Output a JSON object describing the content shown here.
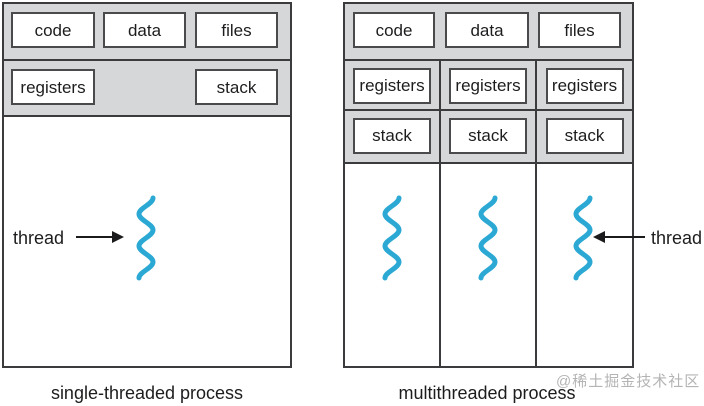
{
  "left_diagram": {
    "caption": "single-threaded process",
    "top_boxes": [
      "code",
      "data",
      "files"
    ],
    "registers_label": "registers",
    "stack_label": "stack",
    "thread_label": "thread"
  },
  "right_diagram": {
    "caption": "multithreaded process",
    "top_boxes": [
      "code",
      "data",
      "files"
    ],
    "columns": [
      {
        "registers": "registers",
        "stack": "stack"
      },
      {
        "registers": "registers",
        "stack": "stack"
      },
      {
        "registers": "registers",
        "stack": "stack"
      }
    ],
    "thread_label": "thread"
  },
  "watermark": "@稀土掘金技术社区",
  "colors": {
    "band_gray": "#d6d7d9",
    "border_dark": "#3b3b3d",
    "box_border": "#4a4a4c",
    "thread_cyan": "#2BA9D4",
    "arrow_black": "#1b1b1d",
    "text": "#1d1d1f",
    "watermark_gray": "#b4b4b4"
  }
}
